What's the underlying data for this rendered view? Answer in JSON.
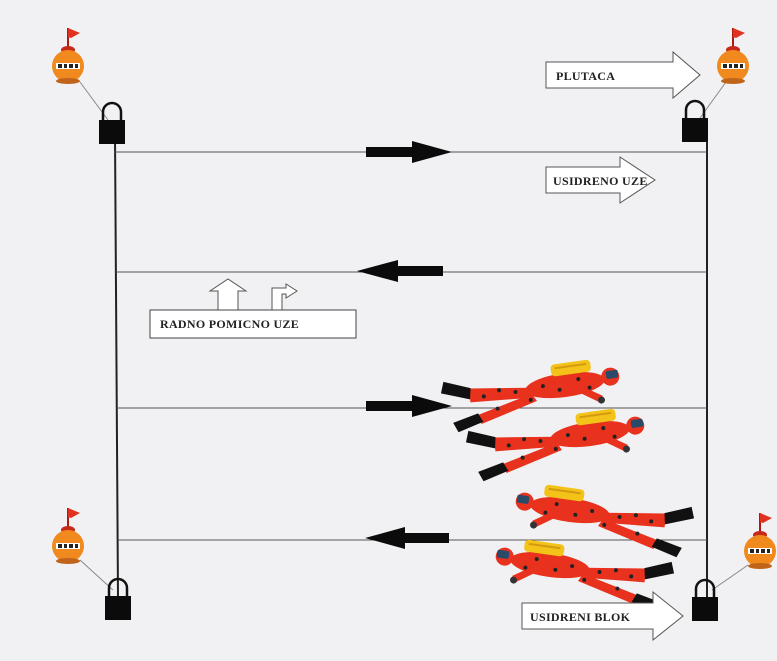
{
  "labels": {
    "buoy": "PLUTACA",
    "anchored_rope": "USIDRENO UZE",
    "moving_rope": "RADNO POMICNO UZE",
    "anchor_block": "USIDRENI BLOK"
  },
  "colors": {
    "background": "#f1f1f3",
    "line": "#222222",
    "arrow": "#0b0b0b",
    "buoy": "#f08a1e",
    "flag": "#e0321e",
    "suit": "#e8321e",
    "tank": "#f3c31a"
  },
  "rope_directions": [
    "right",
    "left",
    "right",
    "left"
  ],
  "divers": [
    "diver-facing-right",
    "diver-facing-right",
    "diver-facing-left",
    "diver-facing-left"
  ]
}
